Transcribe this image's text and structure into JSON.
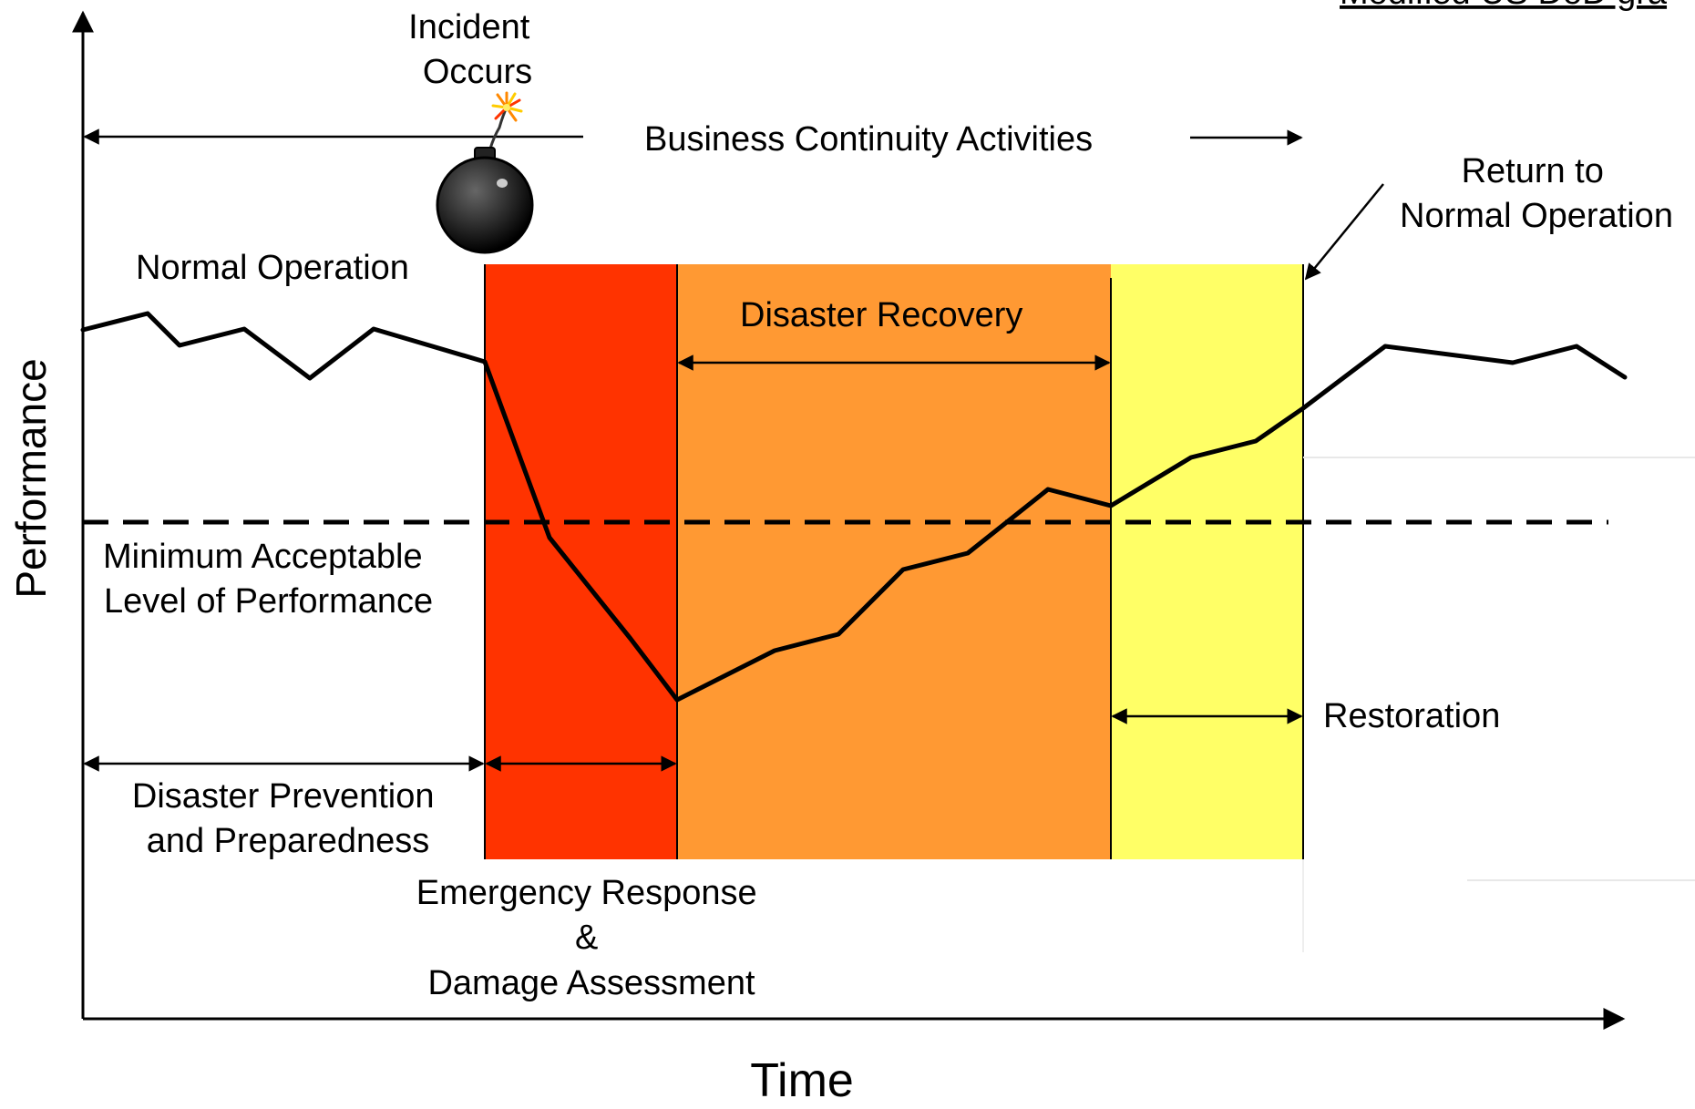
{
  "source_note": "Modified US DoD gra",
  "incident_label": [
    "Incident",
    "Occurs"
  ],
  "business_continuity_label": "Business Continuity Activities",
  "return_normal_label": [
    "Return to",
    "Normal Operation"
  ],
  "normal_operation_label": "Normal Operation",
  "disaster_recovery_label": "Disaster Recovery",
  "minimum_level_label": [
    "Minimum Acceptable",
    "Level of Performance"
  ],
  "restoration_label": "Restoration",
  "prevention_label": [
    "Disaster Prevention",
    "and Preparedness"
  ],
  "emergency_label": [
    "Emergency Response",
    "&",
    "Damage Assessment"
  ],
  "y_axis_label": "Performance",
  "x_axis_label": "Time",
  "icons": {
    "incident": "bomb-icon"
  },
  "colors": {
    "emergency_phase": "#ff3300",
    "recovery_phase": "#ff9933",
    "restoration_phase": "#ffff66",
    "line": "#000000"
  }
}
